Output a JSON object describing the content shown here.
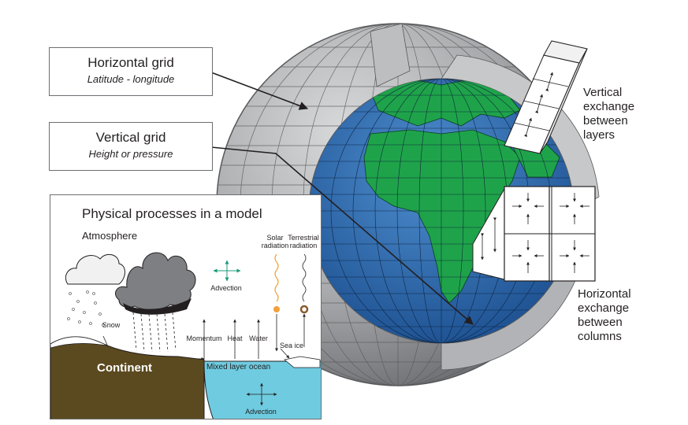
{
  "horizontal_grid": {
    "title": "Horizontal grid",
    "subtitle": "Latitude - longitude"
  },
  "vertical_grid": {
    "title": "Vertical grid",
    "subtitle": "Height or pressure"
  },
  "vertical_exchange": {
    "lines": [
      "Vertical",
      "exchange",
      "between",
      "layers"
    ]
  },
  "horizontal_exchange": {
    "lines": [
      "Horizontal",
      "exchange",
      "between",
      "columns"
    ]
  },
  "panel": {
    "title": "Physical processes in a model",
    "atmosphere": "Atmosphere",
    "solar": [
      "Solar",
      "radiation"
    ],
    "terrestrial": [
      "Terrestrial",
      "radiation"
    ],
    "advection_top": "Advection",
    "snow": "Snow",
    "momentum": "Momentum",
    "heat": "Heat",
    "water": "Water",
    "sea_ice": "Sea ice",
    "continent": "Continent",
    "mixed_layer": "Mixed layer ocean",
    "advection_bottom": "Advection"
  },
  "colors": {
    "grid_gray": "#8e9092",
    "shell_gray": "#a7a9ac",
    "ocean_blue": "#2b6cb0",
    "land_green": "#1fa34a",
    "continent_brown": "#5b4a1f",
    "mixed_ocean": "#6fcbe0",
    "advection_green": "#1a9a7a",
    "solar_orange": "#f2a03a",
    "terrestrial_brown": "#8a5a2b"
  }
}
